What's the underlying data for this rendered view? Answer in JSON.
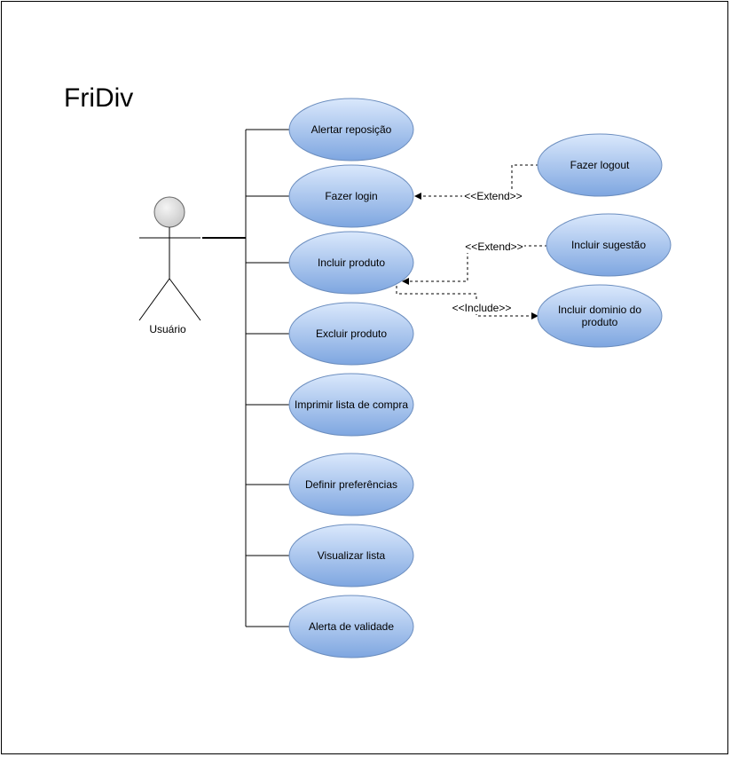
{
  "title": "FriDiv",
  "actor": {
    "label": "Usuário"
  },
  "use_cases": {
    "alertar_reposicao": "Alertar reposição",
    "fazer_login": "Fazer login",
    "incluir_produto": "Incluir produto",
    "excluir_produto": "Excluir produto",
    "imprimir_lista": "Imprimir lista de compra",
    "definir_preferencias": "Definir preferências",
    "visualizar_lista": "Visualizar lista",
    "alerta_validade": "Alerta de validade",
    "fazer_logout": "Fazer logout",
    "incluir_sugestao": "Incluir sugestão",
    "incluir_dominio_l1": "Incluir dominio do",
    "incluir_dominio_l2": "produto"
  },
  "relations": {
    "extend_logout": "<<Extend>>",
    "extend_sugestao": "<<Extend>>",
    "include_dominio": "<<Include>>"
  },
  "colors": {
    "ellipse_top": "#dae8fc",
    "ellipse_bottom": "#7ea6e0",
    "ellipse_stroke": "#6c8ebf",
    "actor_head": "#d8d8d8"
  }
}
